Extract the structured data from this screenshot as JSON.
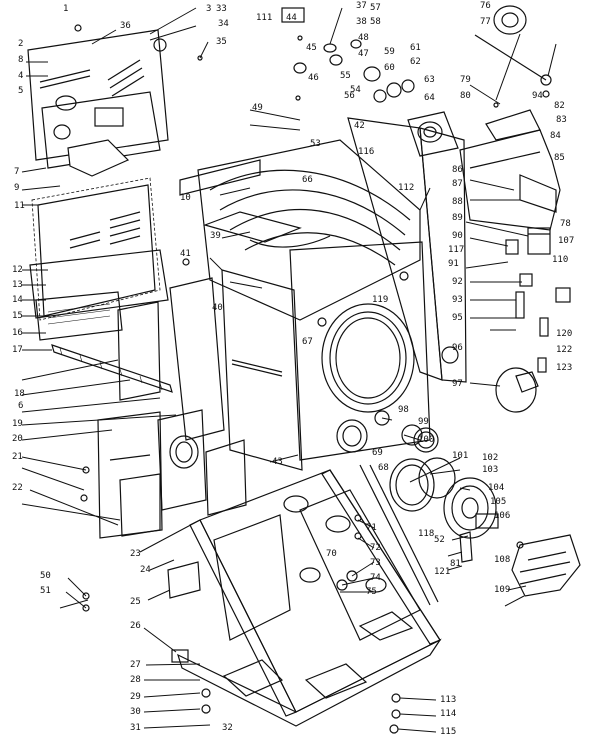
{
  "callouts": [
    {
      "id": "c1",
      "text": "1"
    },
    {
      "id": "c2",
      "text": "2"
    },
    {
      "id": "c3",
      "text": "3"
    },
    {
      "id": "c4",
      "text": "4"
    },
    {
      "id": "c5",
      "text": "5"
    },
    {
      "id": "c6",
      "text": "6"
    },
    {
      "id": "c7",
      "text": "7"
    },
    {
      "id": "c8",
      "text": "8"
    },
    {
      "id": "c9",
      "text": "9"
    },
    {
      "id": "c10",
      "text": "10"
    },
    {
      "id": "c11",
      "text": "11"
    },
    {
      "id": "c12",
      "text": "12"
    },
    {
      "id": "c13",
      "text": "13"
    },
    {
      "id": "c14",
      "text": "14"
    },
    {
      "id": "c15",
      "text": "15"
    },
    {
      "id": "c16",
      "text": "16"
    },
    {
      "id": "c17",
      "text": "17"
    },
    {
      "id": "c18",
      "text": "18"
    },
    {
      "id": "c19",
      "text": "19"
    },
    {
      "id": "c20",
      "text": "20"
    },
    {
      "id": "c21",
      "text": "21"
    },
    {
      "id": "c22",
      "text": "22"
    },
    {
      "id": "c23",
      "text": "23"
    },
    {
      "id": "c24",
      "text": "24"
    },
    {
      "id": "c25",
      "text": "25"
    },
    {
      "id": "c26",
      "text": "26"
    },
    {
      "id": "c27",
      "text": "27"
    },
    {
      "id": "c28",
      "text": "28"
    },
    {
      "id": "c29",
      "text": "29"
    },
    {
      "id": "c30",
      "text": "30"
    },
    {
      "id": "c31",
      "text": "31"
    },
    {
      "id": "c32",
      "text": "32"
    },
    {
      "id": "c33",
      "text": "33"
    },
    {
      "id": "c34",
      "text": "34"
    },
    {
      "id": "c35",
      "text": "35"
    },
    {
      "id": "c36",
      "text": "36"
    },
    {
      "id": "c37",
      "text": "37"
    },
    {
      "id": "c38",
      "text": "38"
    },
    {
      "id": "c39",
      "text": "39"
    },
    {
      "id": "c40",
      "text": "40"
    },
    {
      "id": "c41",
      "text": "41"
    },
    {
      "id": "c42",
      "text": "42"
    },
    {
      "id": "c43",
      "text": "43"
    },
    {
      "id": "c44",
      "text": "44"
    },
    {
      "id": "c45",
      "text": "45"
    },
    {
      "id": "c46",
      "text": "46"
    },
    {
      "id": "c47",
      "text": "47"
    },
    {
      "id": "c48",
      "text": "48"
    },
    {
      "id": "c49",
      "text": "49"
    },
    {
      "id": "c50",
      "text": "50"
    },
    {
      "id": "c51",
      "text": "51"
    },
    {
      "id": "c52",
      "text": "52"
    },
    {
      "id": "c53",
      "text": "53"
    },
    {
      "id": "c54",
      "text": "54"
    },
    {
      "id": "c55",
      "text": "55"
    },
    {
      "id": "c56",
      "text": "56"
    },
    {
      "id": "c57",
      "text": "57"
    },
    {
      "id": "c58",
      "text": "58"
    },
    {
      "id": "c59",
      "text": "59"
    },
    {
      "id": "c60",
      "text": "60"
    },
    {
      "id": "c61",
      "text": "61"
    },
    {
      "id": "c62",
      "text": "62"
    },
    {
      "id": "c63",
      "text": "63"
    },
    {
      "id": "c64",
      "text": "64"
    },
    {
      "id": "c66",
      "text": "66"
    },
    {
      "id": "c67",
      "text": "67"
    },
    {
      "id": "c68",
      "text": "68"
    },
    {
      "id": "c69",
      "text": "69"
    },
    {
      "id": "c70",
      "text": "70"
    },
    {
      "id": "c71",
      "text": "71"
    },
    {
      "id": "c72",
      "text": "72"
    },
    {
      "id": "c73",
      "text": "73"
    },
    {
      "id": "c74",
      "text": "74"
    },
    {
      "id": "c75",
      "text": "75"
    },
    {
      "id": "c76",
      "text": "76"
    },
    {
      "id": "c77",
      "text": "77"
    },
    {
      "id": "c78",
      "text": "78"
    },
    {
      "id": "c79",
      "text": "79"
    },
    {
      "id": "c80",
      "text": "80"
    },
    {
      "id": "c81",
      "text": "81"
    },
    {
      "id": "c82",
      "text": "82"
    },
    {
      "id": "c83",
      "text": "83"
    },
    {
      "id": "c84",
      "text": "84"
    },
    {
      "id": "c85",
      "text": "85"
    },
    {
      "id": "c86",
      "text": "86"
    },
    {
      "id": "c87",
      "text": "87"
    },
    {
      "id": "c88",
      "text": "88"
    },
    {
      "id": "c89",
      "text": "89"
    },
    {
      "id": "c90",
      "text": "90"
    },
    {
      "id": "c91",
      "text": "91"
    },
    {
      "id": "c92",
      "text": "92"
    },
    {
      "id": "c93",
      "text": "93"
    },
    {
      "id": "c94",
      "text": "94"
    },
    {
      "id": "c95",
      "text": "95"
    },
    {
      "id": "c96",
      "text": "96"
    },
    {
      "id": "c97",
      "text": "97"
    },
    {
      "id": "c98",
      "text": "98"
    },
    {
      "id": "c99",
      "text": "99"
    },
    {
      "id": "c100",
      "text": "100"
    },
    {
      "id": "c101",
      "text": "101"
    },
    {
      "id": "c102",
      "text": "102"
    },
    {
      "id": "c103",
      "text": "103"
    },
    {
      "id": "c104",
      "text": "104"
    },
    {
      "id": "c105",
      "text": "105"
    },
    {
      "id": "c106",
      "text": "106"
    },
    {
      "id": "c107",
      "text": "107"
    },
    {
      "id": "c108",
      "text": "108"
    },
    {
      "id": "c109",
      "text": "109"
    },
    {
      "id": "c110",
      "text": "110"
    },
    {
      "id": "c111",
      "text": "111"
    },
    {
      "id": "c112",
      "text": "112"
    },
    {
      "id": "c113",
      "text": "113"
    },
    {
      "id": "c114",
      "text": "114"
    },
    {
      "id": "c115",
      "text": "115"
    },
    {
      "id": "c116",
      "text": "116"
    },
    {
      "id": "c117",
      "text": "117"
    },
    {
      "id": "c118",
      "text": "118"
    },
    {
      "id": "c119",
      "text": "119"
    },
    {
      "id": "c120",
      "text": "120"
    },
    {
      "id": "c121",
      "text": "121"
    },
    {
      "id": "c122",
      "text": "122"
    },
    {
      "id": "c123",
      "text": "123"
    }
  ]
}
